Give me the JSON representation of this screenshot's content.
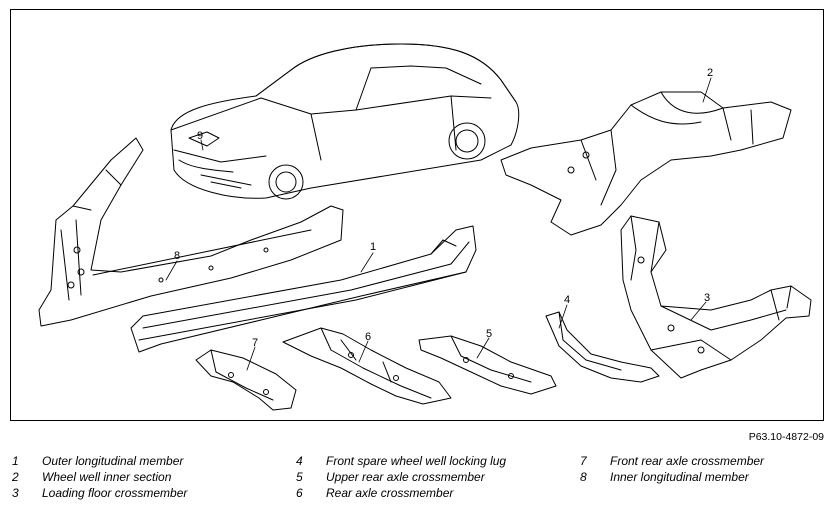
{
  "figure": {
    "code": "P63.10-4872-09",
    "callouts": [
      "1",
      "2",
      "3",
      "4",
      "5",
      "6",
      "7",
      "8",
      "9"
    ]
  },
  "legend": [
    {
      "num": "1",
      "text": "Outer longitudinal member"
    },
    {
      "num": "2",
      "text": "Wheel well inner section"
    },
    {
      "num": "3",
      "text": "Loading floor crossmember"
    },
    {
      "num": "4",
      "text": "Front spare wheel well locking lug"
    },
    {
      "num": "5",
      "text": "Upper rear axle crossmember"
    },
    {
      "num": "6",
      "text": "Rear axle crossmember"
    },
    {
      "num": "7",
      "text": "Front rear axle crossmember"
    },
    {
      "num": "8",
      "text": "Inner longitudinal member"
    }
  ]
}
